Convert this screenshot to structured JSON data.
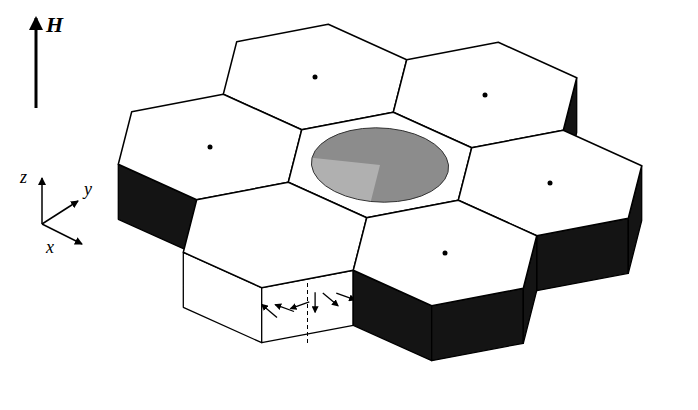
{
  "diagram": {
    "labels": [
      "H",
      "z",
      "y",
      "x"
    ]
  }
}
